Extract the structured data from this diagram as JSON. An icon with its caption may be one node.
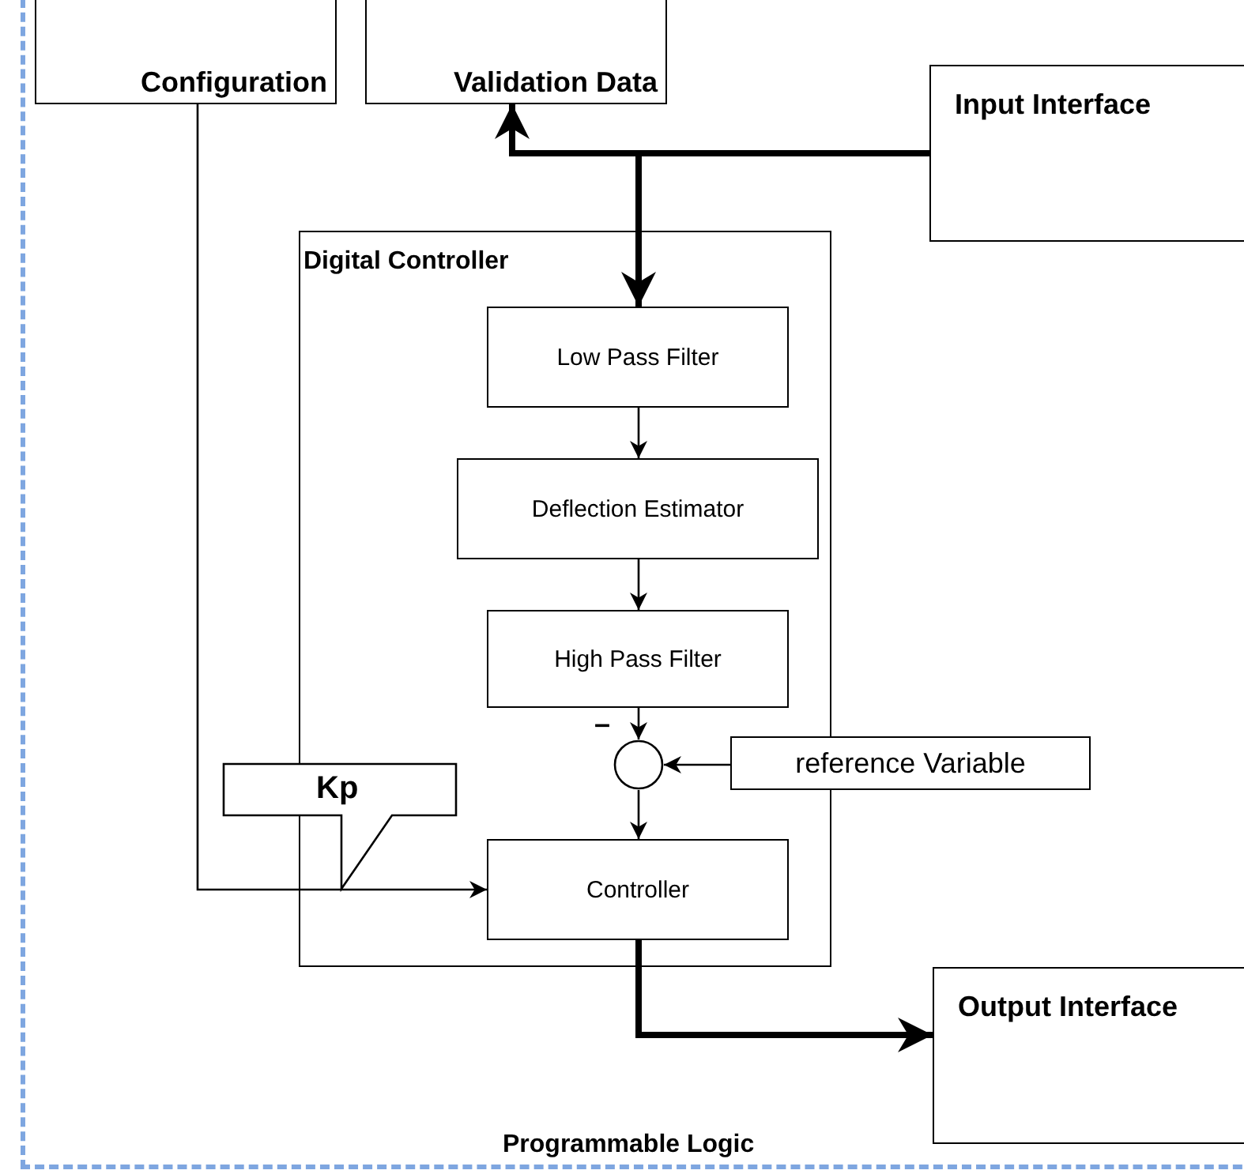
{
  "diagram": {
    "nodes": [
      {
        "text": [
          "Programmable Logic"
        ]
      },
      {
        "text": [
          "Configuration"
        ],
        "in": 0
      },
      {
        "text": [
          "Validation Data"
        ],
        "in": 0
      },
      {
        "text": [
          "Input Interface"
        ],
        "in": 0
      },
      {
        "text": [
          "Digital Controller"
        ],
        "in": 0
      },
      {
        "text": [
          "Low Pass Filter"
        ],
        "in": 4
      },
      {
        "text": [
          "Deflection Estimator"
        ],
        "in": 4
      },
      {
        "text": [
          "High Pass Filter"
        ],
        "in": 4
      },
      {
        "text": [],
        "shape": "circle",
        "in": 4,
        "beside": [
          "–"
        ]
      },
      {
        "text": [
          "reference Variable"
        ],
        "in": 0
      },
      {
        "text": [
          "Kp"
        ],
        "in": 0
      },
      {
        "text": [
          "Controller"
        ],
        "in": 4
      },
      {
        "text": [
          "Output Interface"
        ],
        "in": 0
      }
    ],
    "edges": [
      {
        "from": 3,
        "to": 2,
        "arrow": "to",
        "style": "thick"
      },
      {
        "from": 3,
        "to": 5,
        "arrow": "to",
        "style": "thick"
      },
      {
        "from": 5,
        "to": 6,
        "arrow": "to"
      },
      {
        "from": 6,
        "to": 7,
        "arrow": "to"
      },
      {
        "from": 7,
        "to": 8,
        "arrow": "to"
      },
      {
        "from": 9,
        "to": 8,
        "arrow": "to"
      },
      {
        "from": 8,
        "to": 11,
        "arrow": "to"
      },
      {
        "from": 1,
        "to": 11,
        "arrow": "to"
      },
      {
        "from": 11,
        "to": 12,
        "arrow": "to",
        "style": "thick"
      }
    ]
  }
}
